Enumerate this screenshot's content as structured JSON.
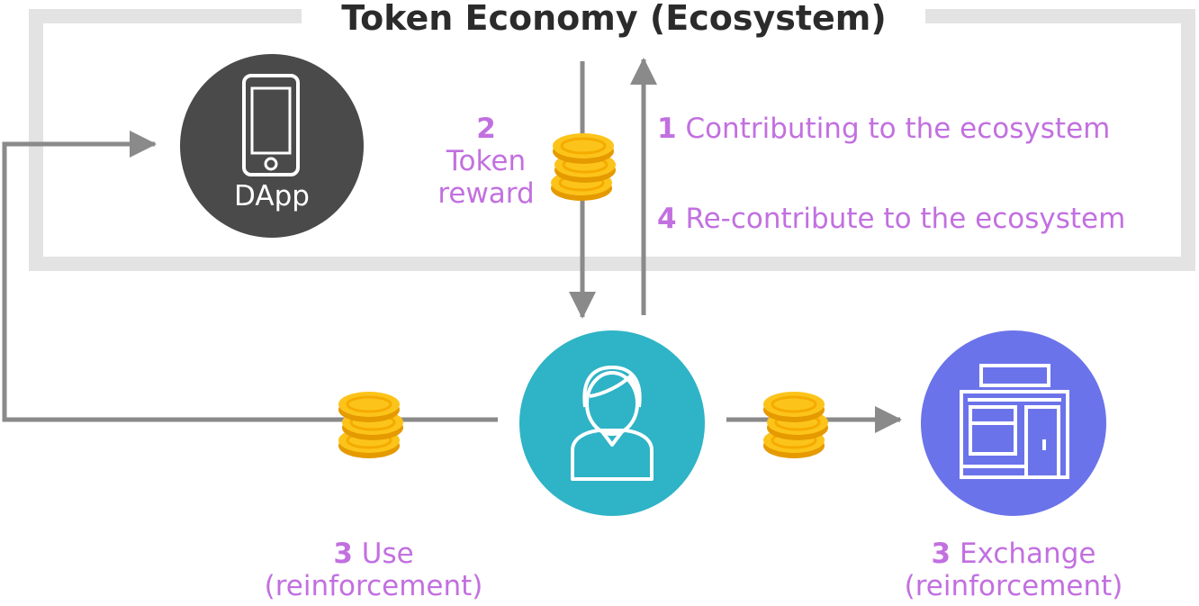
{
  "title": "Token Economy (Ecosystem)",
  "nodes": {
    "dapp": {
      "label": "DApp",
      "color": "#4a4a4a"
    },
    "user": {
      "color": "#2fb3c6"
    },
    "exchange": {
      "color": "#6b73ea"
    }
  },
  "labels": {
    "token_reward": {
      "number": "2",
      "line1": "Token",
      "line2": "reward"
    },
    "contributing": {
      "number": "1",
      "text": "Contributing to the ecosystem"
    },
    "recontribute": {
      "number": "4",
      "text": "Re-contribute to the ecosystem"
    },
    "use": {
      "number": "3",
      "line1": "Use",
      "line2": "(reinforcement)"
    },
    "exchange": {
      "number": "3",
      "line1": "Exchange",
      "line2": "(reinforcement)"
    }
  },
  "colors": {
    "label": "#c270e0",
    "frame": "#e3e3e3",
    "arrow": "#8a8a8a",
    "coin": "#f5ab00",
    "coin_top": "#fcc41a"
  },
  "icons": [
    "smartphone-icon",
    "person-icon",
    "shop-icon",
    "coin-stack-icon"
  ]
}
